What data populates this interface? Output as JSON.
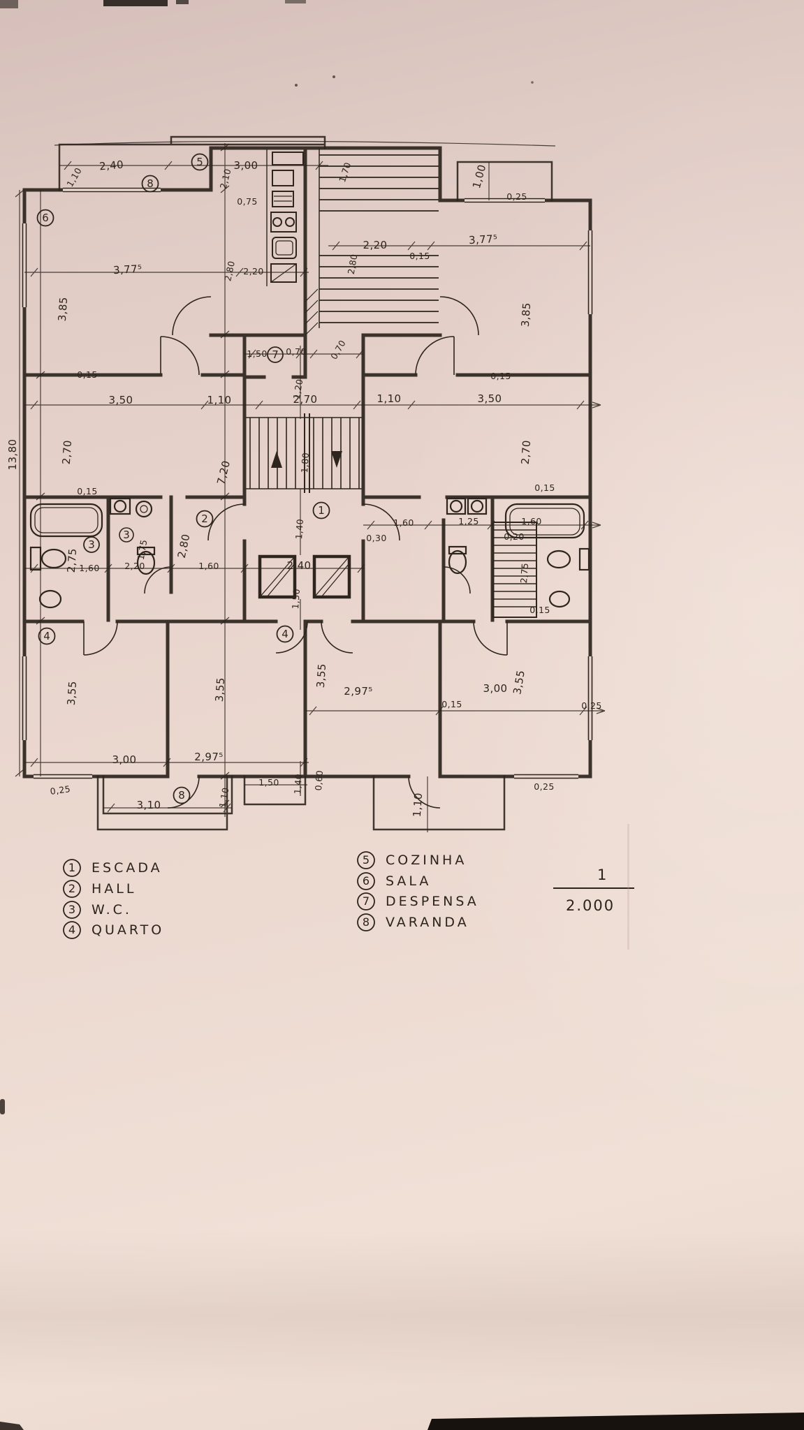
{
  "markers": [
    "5",
    "8",
    "6",
    "7",
    "2",
    "1",
    "3",
    "3",
    "4",
    "4",
    "8"
  ],
  "dims": [
    "2,40",
    "3,00",
    "1,70",
    "1,00",
    "1,10",
    "0,25",
    "2,10",
    "0,75",
    "2,20",
    "3,77⁵",
    "0,15",
    "2,80",
    "3,77⁵",
    "2,80",
    "2,20",
    "3,85",
    "3,85",
    "1,50",
    "0,70",
    "0,70",
    "0,15",
    "0,15",
    "1,20",
    "3,50",
    "1,10",
    "2,70",
    "1,10",
    "3,50",
    "13,80",
    "2,70",
    "7,20",
    "1,80",
    "2,70",
    "0,15",
    "0,15",
    "1,40",
    "1,60",
    "1,25",
    "1,60",
    "0,30",
    "0,20",
    "2,75",
    "1,75",
    "2,80",
    "1,60",
    "2,20",
    "1,60",
    "2,40",
    "1,50",
    "2,75",
    "0,15",
    "3,55",
    "3,55",
    "3,55",
    "2,97⁵",
    "3,00",
    "3,55",
    "0,15",
    "0,25",
    "3,00",
    "2,97⁵",
    "0,25",
    "1,50",
    "1,40",
    "0,60",
    "1,10",
    "3,10",
    "1,10",
    "0,25"
  ],
  "legend": {
    "left": [
      {
        "num": "1",
        "label": "ESCADA"
      },
      {
        "num": "2",
        "label": "HALL"
      },
      {
        "num": "3",
        "label": "W.C."
      },
      {
        "num": "4",
        "label": "QUARTO"
      }
    ],
    "right": [
      {
        "num": "5",
        "label": "COZINHA"
      },
      {
        "num": "6",
        "label": "SALA"
      },
      {
        "num": "7",
        "label": "DESPENSA"
      },
      {
        "num": "8",
        "label": "VARANDA"
      }
    ]
  },
  "scale": {
    "numerator": "1",
    "denominator": "2.000"
  },
  "colors": {
    "paper": "#e9d6ce",
    "ink": "#2d251e"
  }
}
